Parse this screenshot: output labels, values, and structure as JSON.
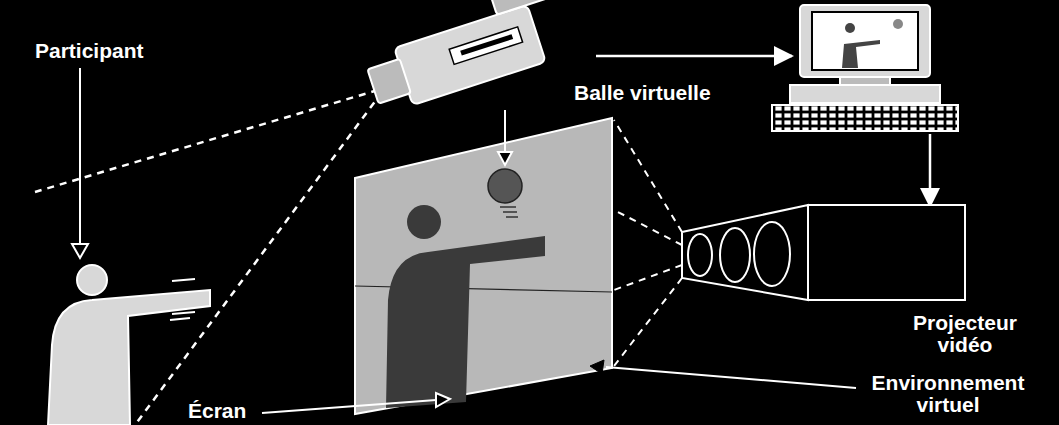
{
  "diagram": {
    "labels": [
      "Participant",
      "Balle virtuelle",
      "Projecteur vidéo",
      "Environnement virtuel",
      "Écran"
    ]
  }
}
